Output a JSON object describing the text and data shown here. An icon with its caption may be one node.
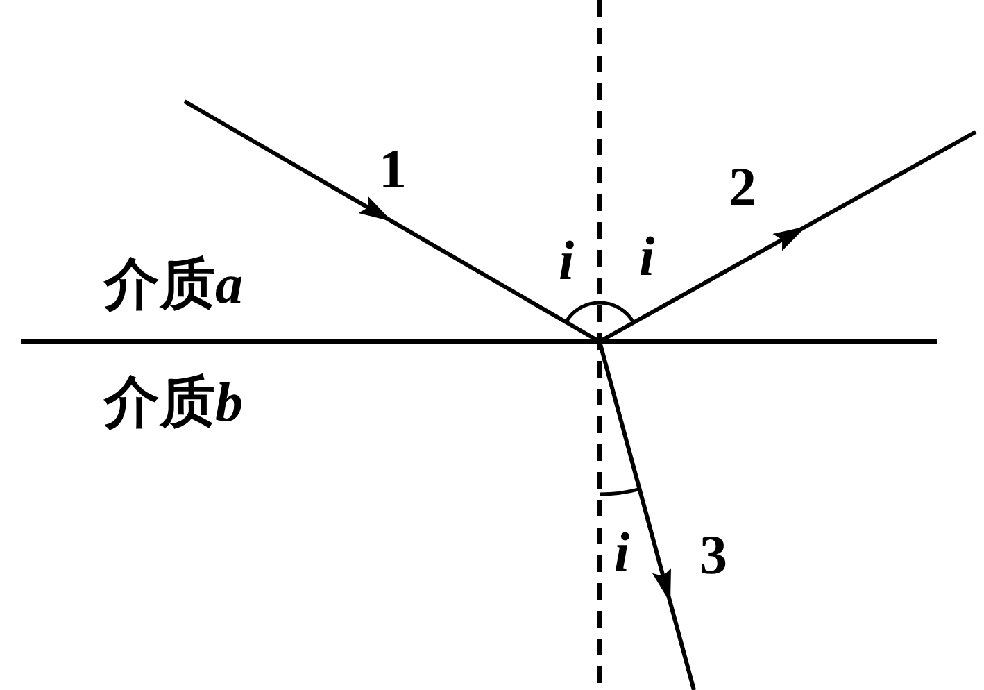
{
  "diagram": {
    "labels": [
      "1",
      "2",
      "i",
      "i",
      "介质a",
      "介质b",
      "i",
      "3"
    ]
  }
}
